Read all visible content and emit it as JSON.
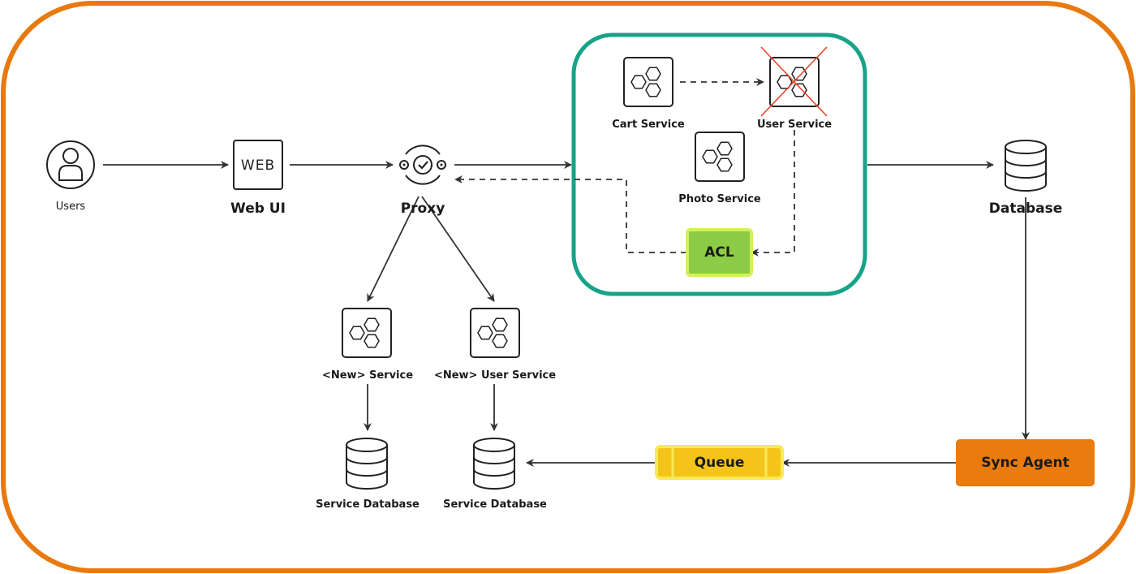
{
  "colors": {
    "outer_border": "#E8790E",
    "bounded_context": "#17A388",
    "acl_fill": "#8CCB45",
    "acl_border": "#D5EE5A",
    "queue_fill": "#F4C41A",
    "queue_border": "#F7EA56",
    "sync_agent_fill": "#EA7B0C",
    "deprecated_cross": "#E8462E",
    "line": "#333333"
  },
  "nodes": {
    "users": {
      "label": "Users",
      "icon": "user-icon"
    },
    "web_ui": {
      "label": "Web UI",
      "icon_text": "WEB"
    },
    "proxy": {
      "label": "Proxy",
      "icon": "proxy-icon"
    },
    "cart_service": {
      "label": "Cart Service",
      "icon": "service-icon"
    },
    "user_service": {
      "label": "User Service",
      "icon": "service-icon",
      "status": "deprecated"
    },
    "photo_service": {
      "label": "Photo Service",
      "icon": "service-icon"
    },
    "acl": {
      "label": "ACL"
    },
    "database": {
      "label": "Database",
      "icon": "database-icon"
    },
    "new_service": {
      "label": "<New> Service",
      "icon": "service-icon"
    },
    "new_user_service": {
      "label": "<New> User Service",
      "icon": "service-icon"
    },
    "service_db_1": {
      "label": "Service Database",
      "icon": "database-icon"
    },
    "service_db_2": {
      "label": "Service Database",
      "icon": "database-icon"
    },
    "queue": {
      "label": "Queue"
    },
    "sync_agent": {
      "label": "Sync Agent"
    }
  },
  "edges": [
    {
      "from": "users",
      "to": "web_ui",
      "style": "solid"
    },
    {
      "from": "web_ui",
      "to": "proxy",
      "style": "solid"
    },
    {
      "from": "proxy",
      "to": "bounded_context",
      "style": "solid"
    },
    {
      "from": "cart_service",
      "to": "user_service",
      "style": "dashed"
    },
    {
      "from": "user_service",
      "to": "acl",
      "style": "dashed"
    },
    {
      "from": "acl",
      "to": "proxy",
      "style": "dashed"
    },
    {
      "from": "bounded_context",
      "to": "database",
      "style": "solid"
    },
    {
      "from": "proxy",
      "to": "new_service",
      "style": "solid"
    },
    {
      "from": "proxy",
      "to": "new_user_service",
      "style": "solid"
    },
    {
      "from": "new_service",
      "to": "service_db_1",
      "style": "solid"
    },
    {
      "from": "new_user_service",
      "to": "service_db_2",
      "style": "solid"
    },
    {
      "from": "database",
      "to": "sync_agent",
      "style": "solid"
    },
    {
      "from": "sync_agent",
      "to": "queue",
      "style": "solid"
    },
    {
      "from": "queue",
      "to": "service_db_2",
      "style": "solid"
    }
  ]
}
